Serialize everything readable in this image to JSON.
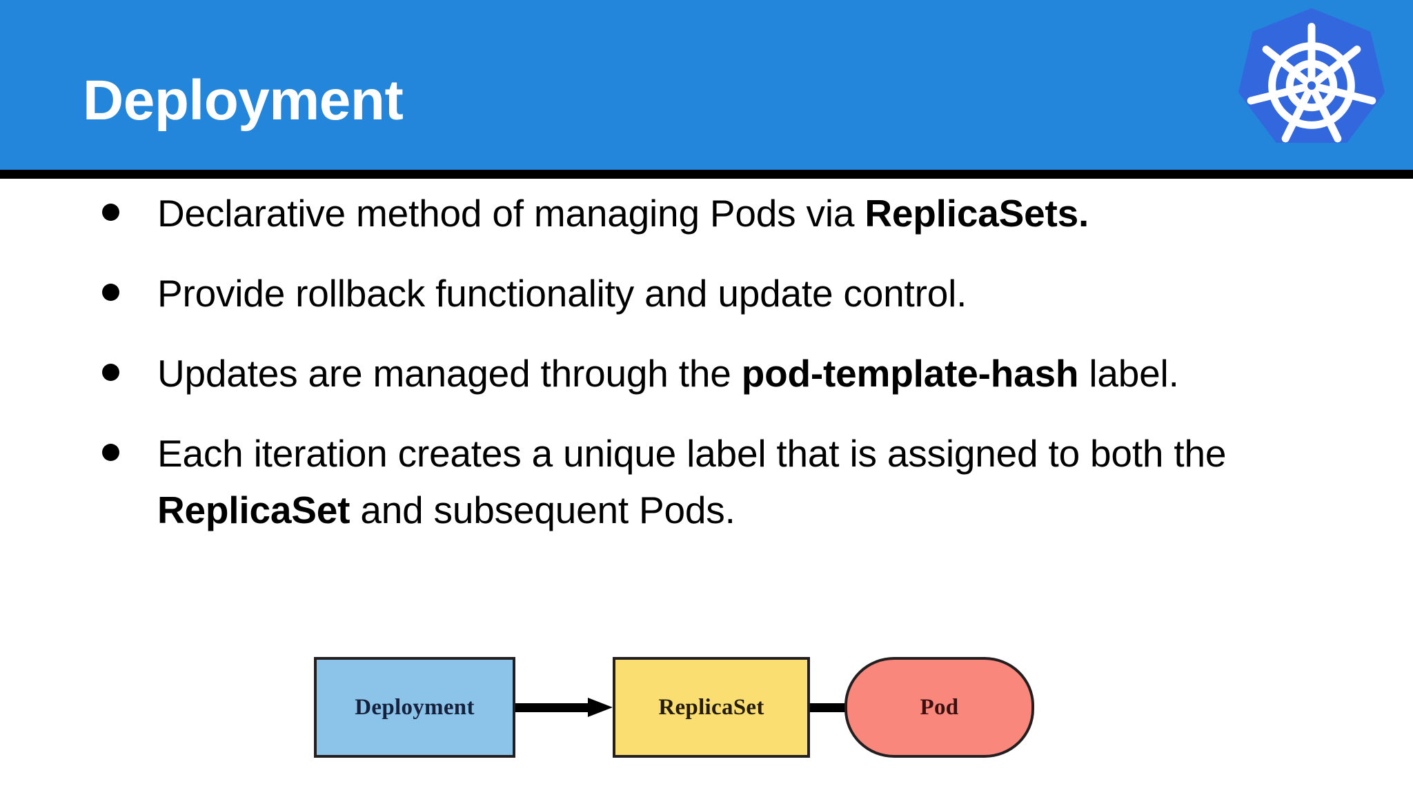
{
  "slide": {
    "title": "Deployment",
    "header_color": "#2486db",
    "header_rule_color": "#000000",
    "background_color": "#ffffff",
    "text_color": "#000000"
  },
  "logo": {
    "name": "kubernetes-logo",
    "badge_color": "#3367dd",
    "wheel_color": "#ffffff"
  },
  "bullets": [
    {
      "marker": "●",
      "segments": [
        {
          "text": "Declarative method of managing Pods via ",
          "bold": false
        },
        {
          "text": "ReplicaSets.",
          "bold": true
        }
      ],
      "plain": "Declarative method of managing Pods via ReplicaSets."
    },
    {
      "marker": "●",
      "segments": [
        {
          "text": "Provide rollback functionality and update control.",
          "bold": false
        }
      ],
      "plain": "Provide rollback functionality and update control."
    },
    {
      "marker": "●",
      "segments": [
        {
          "text": "Updates are managed through the ",
          "bold": false
        },
        {
          "text": "pod-template-hash",
          "bold": true
        },
        {
          "text": " label.",
          "bold": false
        }
      ],
      "plain": "Updates are managed through the pod-template-hash label."
    },
    {
      "marker": "●",
      "segments": [
        {
          "text": "Each iteration creates a unique label that is assigned to both the ",
          "bold": false
        },
        {
          "text": "ReplicaSet",
          "bold": true
        },
        {
          "text": " and subsequent Pods.",
          "bold": false
        }
      ],
      "plain": "Each iteration creates a unique label that is assigned to both the ReplicaSet and subsequent Pods."
    }
  ],
  "diagram": {
    "nodes": [
      {
        "label": "Deployment",
        "shape": "rectangle",
        "fill": "#8cc3e8",
        "stroke": "#231f20"
      },
      {
        "label": "ReplicaSet",
        "shape": "rectangle",
        "fill": "#fade72",
        "stroke": "#231f20"
      },
      {
        "label": "Pod",
        "shape": "rounded",
        "fill": "#f9877b",
        "stroke": "#231f20"
      }
    ],
    "arrows": [
      {
        "from": "Deployment",
        "to": "ReplicaSet",
        "color": "#000000"
      },
      {
        "from": "ReplicaSet",
        "to": "Pod",
        "color": "#000000"
      }
    ]
  }
}
